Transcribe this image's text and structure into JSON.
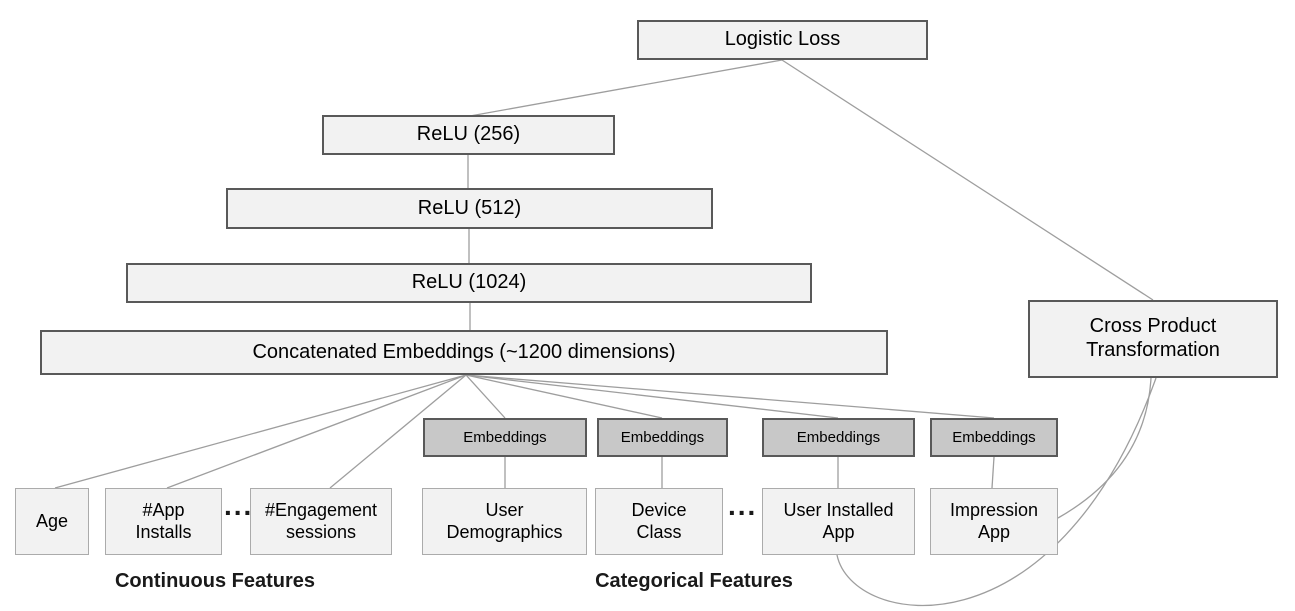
{
  "nodes": {
    "logistic_loss": {
      "label": "Logistic Loss"
    },
    "relu_256": {
      "label": "ReLU (256)"
    },
    "relu_512": {
      "label": "ReLU (512)"
    },
    "relu_1024": {
      "label": "ReLU (1024)"
    },
    "concat": {
      "label": "Concatenated Embeddings (~1200 dimensions)"
    },
    "cross_product": {
      "label": "Cross Product Transformation"
    },
    "embeddings_1": {
      "label": "Embeddings"
    },
    "embeddings_2": {
      "label": "Embeddings"
    },
    "embeddings_3": {
      "label": "Embeddings"
    },
    "embeddings_4": {
      "label": "Embeddings"
    },
    "age": {
      "label": "Age"
    },
    "app_installs": {
      "label": "#App Installs"
    },
    "engagement_sessions": {
      "label": "#Engagement sessions"
    },
    "user_demographics": {
      "label": "User Demographics"
    },
    "device_class": {
      "label": "Device Class"
    },
    "user_installed_app": {
      "label": "User Installed App"
    },
    "impression_app": {
      "label": "Impression App"
    }
  },
  "group_labels": {
    "continuous": "Continuous Features",
    "categorical": "Categorical Features"
  },
  "ellipsis": "...",
  "edges": [
    {
      "from": "relu_256",
      "to": "logistic_loss"
    },
    {
      "from": "cross_product",
      "to": "logistic_loss"
    },
    {
      "from": "relu_512",
      "to": "relu_256"
    },
    {
      "from": "relu_1024",
      "to": "relu_512"
    },
    {
      "from": "concat",
      "to": "relu_1024"
    },
    {
      "from": "age",
      "to": "concat"
    },
    {
      "from": "app_installs",
      "to": "concat"
    },
    {
      "from": "engagement_sessions",
      "to": "concat"
    },
    {
      "from": "embeddings_1",
      "to": "concat"
    },
    {
      "from": "embeddings_2",
      "to": "concat"
    },
    {
      "from": "embeddings_3",
      "to": "concat"
    },
    {
      "from": "embeddings_4",
      "to": "concat"
    },
    {
      "from": "user_demographics",
      "to": "embeddings_1"
    },
    {
      "from": "device_class",
      "to": "embeddings_2"
    },
    {
      "from": "user_installed_app",
      "to": "embeddings_3"
    },
    {
      "from": "impression_app",
      "to": "embeddings_4"
    },
    {
      "from": "user_installed_app",
      "to": "cross_product"
    },
    {
      "from": "impression_app",
      "to": "cross_product"
    }
  ],
  "colors": {
    "node_fill": "#f2f2f2",
    "embedding_fill": "#c8c8c8",
    "border_dark": "#595959",
    "border_light": "#ababab",
    "connector": "#9e9e9e",
    "background": "#ffffff",
    "text": "#000000"
  }
}
